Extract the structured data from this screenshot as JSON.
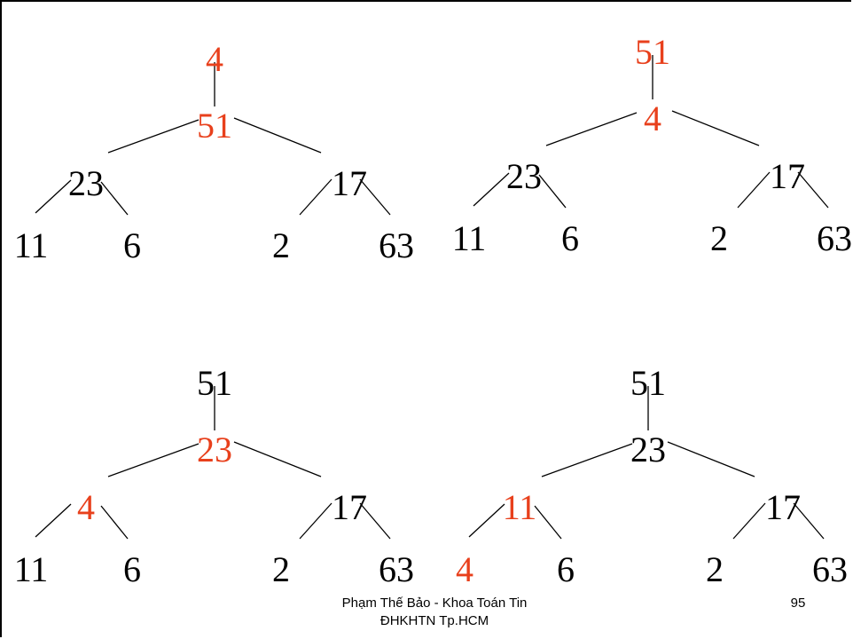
{
  "colors": {
    "highlight": "#e8401c",
    "normal": "#000000"
  },
  "trees": [
    {
      "name": "tree-top-left",
      "nodes": [
        {
          "id": "root",
          "label": "4",
          "highlight": true
        },
        {
          "id": "l1",
          "label": "51",
          "highlight": true
        },
        {
          "id": "l2a",
          "label": "23",
          "highlight": false
        },
        {
          "id": "l2b",
          "label": "17",
          "highlight": false
        },
        {
          "id": "l3a",
          "label": "11",
          "highlight": false
        },
        {
          "id": "l3b",
          "label": "6",
          "highlight": false
        },
        {
          "id": "l3c",
          "label": "2",
          "highlight": false
        },
        {
          "id": "l3d",
          "label": "63",
          "highlight": false
        }
      ]
    },
    {
      "name": "tree-top-right",
      "nodes": [
        {
          "id": "root",
          "label": "51",
          "highlight": true
        },
        {
          "id": "l1",
          "label": "4",
          "highlight": true
        },
        {
          "id": "l2a",
          "label": "23",
          "highlight": false
        },
        {
          "id": "l2b",
          "label": "17",
          "highlight": false
        },
        {
          "id": "l3a",
          "label": "11",
          "highlight": false
        },
        {
          "id": "l3b",
          "label": "6",
          "highlight": false
        },
        {
          "id": "l3c",
          "label": "2",
          "highlight": false
        },
        {
          "id": "l3d",
          "label": "63",
          "highlight": false
        }
      ]
    },
    {
      "name": "tree-bottom-left",
      "nodes": [
        {
          "id": "root",
          "label": "51",
          "highlight": false
        },
        {
          "id": "l1",
          "label": "23",
          "highlight": true
        },
        {
          "id": "l2a",
          "label": "4",
          "highlight": true
        },
        {
          "id": "l2b",
          "label": "17",
          "highlight": false
        },
        {
          "id": "l3a",
          "label": "11",
          "highlight": false
        },
        {
          "id": "l3b",
          "label": "6",
          "highlight": false
        },
        {
          "id": "l3c",
          "label": "2",
          "highlight": false
        },
        {
          "id": "l3d",
          "label": "63",
          "highlight": false
        }
      ]
    },
    {
      "name": "tree-bottom-right",
      "nodes": [
        {
          "id": "root",
          "label": "51",
          "highlight": false
        },
        {
          "id": "l1",
          "label": "23",
          "highlight": false
        },
        {
          "id": "l2a",
          "label": "11",
          "highlight": true
        },
        {
          "id": "l2b",
          "label": "17",
          "highlight": false
        },
        {
          "id": "l3a",
          "label": "4",
          "highlight": true
        },
        {
          "id": "l3b",
          "label": "6",
          "highlight": false
        },
        {
          "id": "l3c",
          "label": "2",
          "highlight": false
        },
        {
          "id": "l3d",
          "label": "63",
          "highlight": false
        }
      ]
    }
  ],
  "footer": {
    "author": "Phạm Thế Bảo - Khoa Toán Tin",
    "department": "ĐHKHTN Tp.HCM",
    "page_number": "95"
  }
}
